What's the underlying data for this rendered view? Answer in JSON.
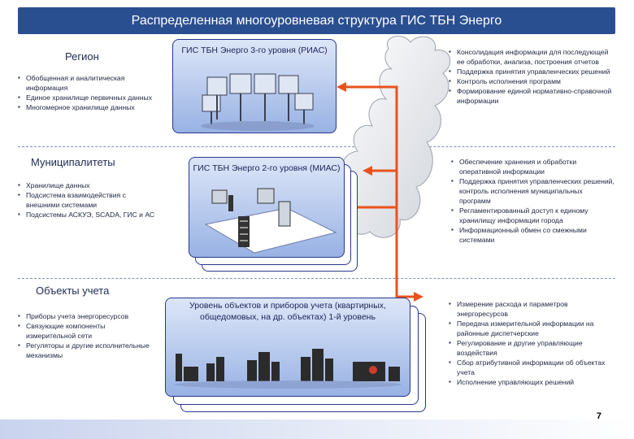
{
  "title": "Распределенная многоуровневая структура ГИС ТБН Энерго",
  "left": {
    "region": {
      "heading": "Регион",
      "items": [
        "Обобщенная и аналитическая информация",
        "Единое хранилище первичных данных",
        "Многомерное хранилище данных"
      ]
    },
    "municipal": {
      "heading": "Муниципалитеты",
      "items": [
        "Хранилище данных",
        "Подсистема взаимодействия с внешними системами",
        "Подсистемы АСКУЭ, SCADA, ГИС и АС"
      ]
    },
    "objects": {
      "heading": "Объекты учета",
      "items": [
        "Приборы учета энергоресурсов",
        "Связующие компоненты измерительной сети",
        "Регуляторы и другие исполнительные механизмы"
      ]
    }
  },
  "center": {
    "level3_title": "ГИС ТБН Энерго 3-го уровня (РИАС)",
    "level2_title": "ГИС ТБН Энерго 2-го уровня (МИАС)",
    "level1_title": "Уровень объектов и приборов учета (квартирных, общедомовых, на др. объектах) 1-й уровень"
  },
  "right": {
    "level3_items": [
      "Консолидация информации для последующей ее обработки, анализа, построения отчетов",
      "Поддержка принятия управленческих решений",
      "Контроль исполнения программ",
      "Формирование единой нормативно-справочной информации"
    ],
    "level2_items": [
      "Обеспечение хранения и обработки оперативной информации",
      "Поддержка принятия управленческих решений, контроль исполнения муниципальных программ",
      "Регламентированный доступ к единому хранилищу информации города",
      "Информационный обмен со смежными системами"
    ],
    "level1_items": [
      "Измерение расхода и параметров энергоресурсов",
      "Передача измерительной информации на районные диспетчерские",
      "Регулирование и другие управляющие воздействия",
      "Сбор атрибутивной информации об объектах учета",
      "Исполнение управляющих решений"
    ]
  },
  "page_number": "7",
  "colors": {
    "title_bar": "#2a4f91",
    "panel_border": "#26378a",
    "arrow": "#e8531c"
  }
}
